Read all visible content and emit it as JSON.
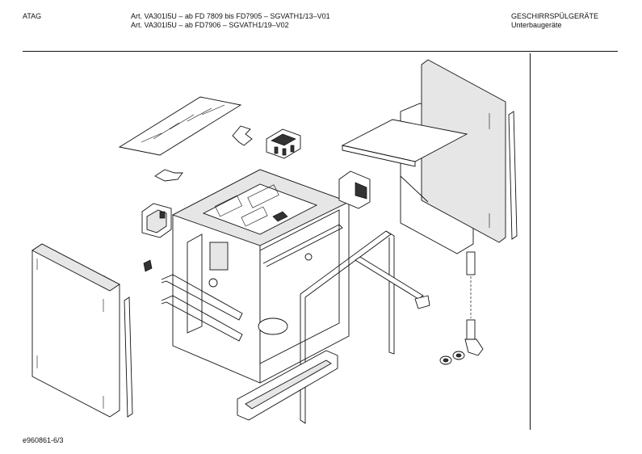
{
  "header": {
    "brand": "ATAG",
    "article_line_1": "Art. VA301I5U – ab FD 7809 bis FD7905 – SGVATH1/13–V01",
    "article_line_2": "Art. VA301I5U – ab FD7906 – SGVATH1/19–V02",
    "category": "GESCHIRRSPÜLGERÄTE",
    "subcategory": "Unterbaugeräte"
  },
  "footer": {
    "drawing_number": "e960861-6/3"
  }
}
